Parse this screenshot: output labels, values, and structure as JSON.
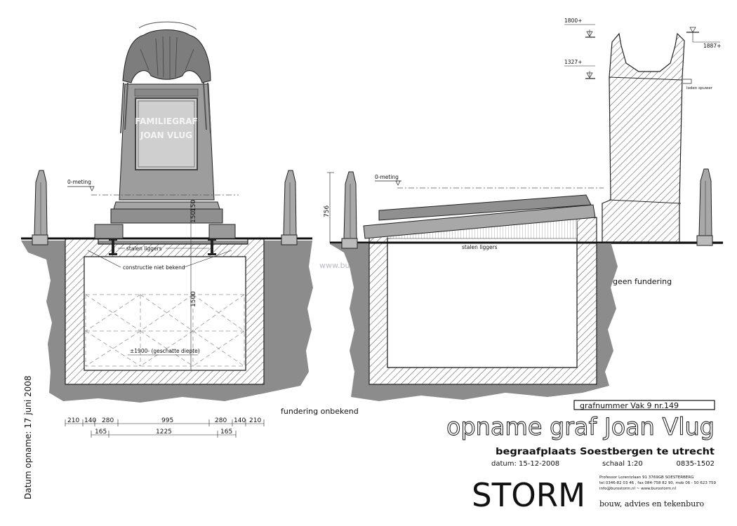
{
  "left_view": {
    "monument_inscription": [
      "FAMILIEGRAF",
      "JOAN VLUG"
    ],
    "level_label": "0-meting",
    "beams_label": "stalen liggers",
    "construction_label": "constructie niet bekend",
    "dim_vertical_top": "150",
    "dim_vertical_top2": "150",
    "dim_vertical_main": "1500",
    "depth_label": "±1900- (geschatte diepte)",
    "foundation_label": "fundering onbekend",
    "dims_row1": [
      "210",
      "140",
      "280",
      "995",
      "280",
      "140",
      "210"
    ],
    "dims_row2": [
      "165",
      "1225",
      "165"
    ]
  },
  "right_view": {
    "level_label": "0-meting",
    "dim_height": "756",
    "beams_label": "stalen liggers",
    "foundation_label": "geen fundering",
    "level_1800": "1800+",
    "level_1887": "1887+",
    "level_1327": "1327+",
    "spouter_label": "loden spuwer"
  },
  "side_label": "Datum opname: 17 juni 2008",
  "watermark": "www.burostorm.nl",
  "title_block": {
    "grave_number": "grafnummer Vak 9   nr.149",
    "title": "opname graf Joan Vlug",
    "subtitle": "begraafplaats Soestbergen te utrecht",
    "date_label": "datum: 15-12-2008",
    "scale_label": "schaal 1:20",
    "drawing_code": "0835-1502",
    "brand": "STORM",
    "address": "Professor Lorentzlaan 91  3769GB SOESTERBERG",
    "contact": "tel 0346-82 03 46 ,  fax  084-758 82 90, mob 06 - 50 623 759",
    "web": "info@burostorm.nl   ~   www.burostorm.nl",
    "tagline": "bouw, advies en tekenburo"
  }
}
